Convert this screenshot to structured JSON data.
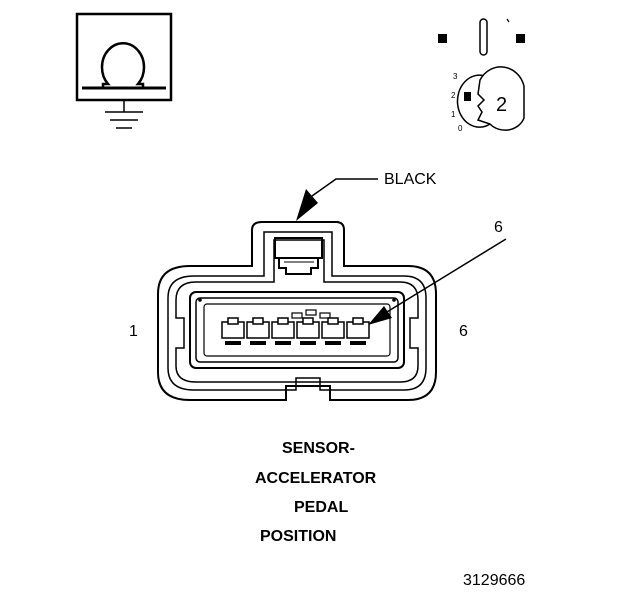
{
  "diagram": {
    "connector_color_label": "BLACK",
    "callout_pin": "6",
    "pin_left": "1",
    "pin_right": "6",
    "caption_lines": [
      "SENSOR-",
      "ACCELERATOR",
      "PEDAL",
      "POSITION"
    ],
    "figure_number": "3129666",
    "ignition": {
      "badge": "2",
      "positions": [
        "3",
        "2",
        "1",
        "0"
      ]
    }
  },
  "colors": {
    "line": "#000000",
    "background": "#ffffff"
  },
  "icons": [
    "ohmmeter-ground-icon",
    "ignition-switch-icon",
    "connector-face-icon"
  ]
}
